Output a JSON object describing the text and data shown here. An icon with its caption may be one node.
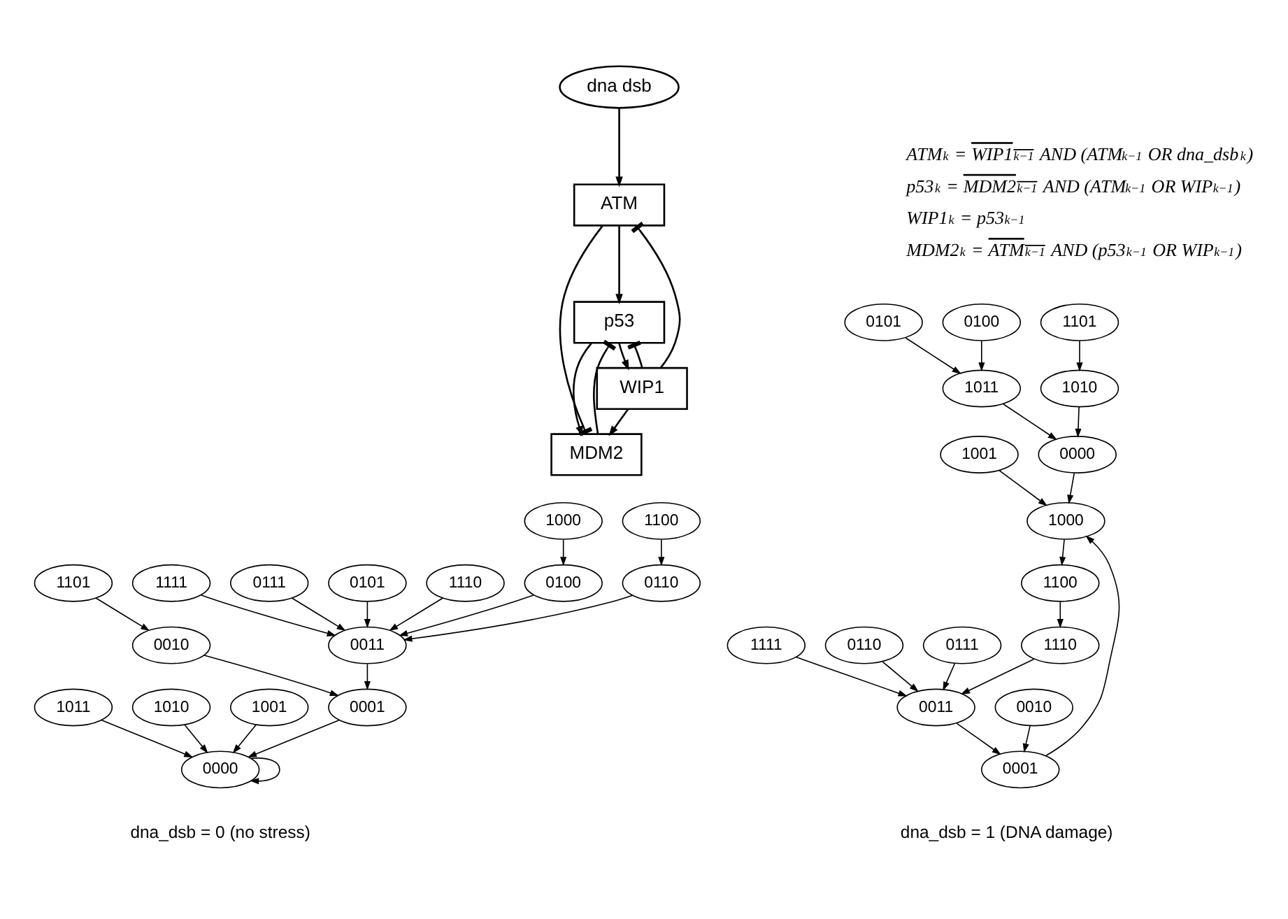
{
  "diagram": {
    "nodes": [
      {
        "text": [
          "dna dsb"
        ]
      },
      {
        "text": [
          "ATM"
        ]
      },
      {
        "text": [
          "p53"
        ]
      },
      {
        "text": [
          "WIP1"
        ]
      },
      {
        "text": [
          "MDM2"
        ]
      },
      {
        "text": [
          "1100"
        ]
      },
      {
        "text": [
          "1000"
        ]
      },
      {
        "text": [
          "0110"
        ]
      },
      {
        "text": [
          "0100"
        ]
      },
      {
        "text": [
          "1110"
        ]
      },
      {
        "text": [
          "0011"
        ]
      },
      {
        "text": [
          "0101"
        ]
      },
      {
        "text": [
          "0111"
        ]
      },
      {
        "text": [
          "1111"
        ]
      },
      {
        "text": [
          "1101"
        ]
      },
      {
        "text": [
          "0010"
        ]
      },
      {
        "text": [
          "0001"
        ]
      },
      {
        "text": [
          "1001"
        ]
      },
      {
        "text": [
          "1010"
        ]
      },
      {
        "text": [
          "0000"
        ]
      },
      {
        "text": [
          "1011"
        ]
      },
      {
        "text": [
          "1101"
        ]
      },
      {
        "text": [
          "0100"
        ]
      },
      {
        "text": [
          "0101"
        ]
      },
      {
        "text": [
          "1010"
        ]
      },
      {
        "text": [
          "1011"
        ]
      },
      {
        "text": [
          "1001"
        ]
      },
      {
        "text": [
          "0000"
        ]
      },
      {
        "text": [
          "1000"
        ]
      },
      {
        "text": [
          "0010"
        ]
      },
      {
        "text": [
          "0001"
        ]
      },
      {
        "text": [
          "1100"
        ]
      },
      {
        "text": [
          "0111"
        ]
      },
      {
        "text": [
          "0011"
        ]
      },
      {
        "text": [
          "1110"
        ]
      },
      {
        "text": [
          "0110"
        ]
      },
      {
        "text": [
          "1111"
        ]
      }
    ],
    "edges": [
      {
        "from": 0,
        "to": 1,
        "arrow": "to"
      },
      {
        "from": 1,
        "to": 2,
        "arrow": "to"
      },
      {
        "from": 3,
        "to": 1,
        "arrow": "other"
      },
      {
        "from": 3,
        "to": 2,
        "arrow": "other"
      },
      {
        "from": 2,
        "to": 3,
        "arrow": "to"
      },
      {
        "from": 2,
        "to": 4,
        "arrow": "to"
      },
      {
        "from": 4,
        "to": 2,
        "arrow": "other"
      },
      {
        "from": 1,
        "to": 4,
        "arrow": "other"
      },
      {
        "from": 3,
        "to": 4,
        "arrow": "to"
      },
      {
        "from": 5,
        "to": 7,
        "arrow": "to"
      },
      {
        "from": 6,
        "to": 8,
        "arrow": "to"
      },
      {
        "from": 7,
        "to": 10,
        "arrow": "to"
      },
      {
        "from": 8,
        "to": 10,
        "arrow": "to"
      },
      {
        "from": 9,
        "to": 10,
        "arrow": "to"
      },
      {
        "from": 11,
        "to": 10,
        "arrow": "to"
      },
      {
        "from": 12,
        "to": 10,
        "arrow": "to"
      },
      {
        "from": 13,
        "to": 10,
        "arrow": "to"
      },
      {
        "from": 10,
        "to": 16,
        "arrow": "to"
      },
      {
        "from": 14,
        "to": 15,
        "arrow": "to"
      },
      {
        "from": 15,
        "to": 16,
        "arrow": "to"
      },
      {
        "from": 16,
        "to": 19,
        "arrow": "to"
      },
      {
        "from": 17,
        "to": 19,
        "arrow": "to"
      },
      {
        "from": 18,
        "to": 19,
        "arrow": "to"
      },
      {
        "from": 20,
        "to": 19,
        "arrow": "to"
      },
      {
        "from": 19,
        "to": 19,
        "arrow": "to"
      },
      {
        "from": 21,
        "to": 24,
        "arrow": "to"
      },
      {
        "from": 22,
        "to": 25,
        "arrow": "to"
      },
      {
        "from": 23,
        "to": 25,
        "arrow": "to"
      },
      {
        "from": 24,
        "to": 27,
        "arrow": "to"
      },
      {
        "from": 25,
        "to": 27,
        "arrow": "to"
      },
      {
        "from": 26,
        "to": 28,
        "arrow": "to"
      },
      {
        "from": 27,
        "to": 28,
        "arrow": "to"
      },
      {
        "from": 28,
        "to": 31,
        "arrow": "to"
      },
      {
        "from": 31,
        "to": 34,
        "arrow": "to"
      },
      {
        "from": 34,
        "to": 33,
        "arrow": "to"
      },
      {
        "from": 32,
        "to": 33,
        "arrow": "to"
      },
      {
        "from": 35,
        "to": 33,
        "arrow": "to"
      },
      {
        "from": 36,
        "to": 33,
        "arrow": "to"
      },
      {
        "from": 33,
        "to": 30,
        "arrow": "to"
      },
      {
        "from": 29,
        "to": 30,
        "arrow": "to"
      },
      {
        "from": 30,
        "to": 28,
        "arrow": "to"
      }
    ],
    "labels": [
      "ATM$_{k}$ = WIP1$_{k−1}$ AND (ATM$_{k−1}$ OR dna_dsb$_{k}$)",
      "p53$_{k}$ = MDM2$_{k−1}$ AND (ATM$_{k−1}$ OR WIP$_{k−1}$)",
      "WIP1$_{k}$ = p53$_{k−1}$",
      "MDM2$_{k}$ = ATM$_{k−1}$ AND (p53$_{k−1}$ OR WIP$_{k−1}$)",
      "dna_dsb = 0 (no stress)",
      "dna_dsb = 1 (DNA damage)"
    ]
  }
}
